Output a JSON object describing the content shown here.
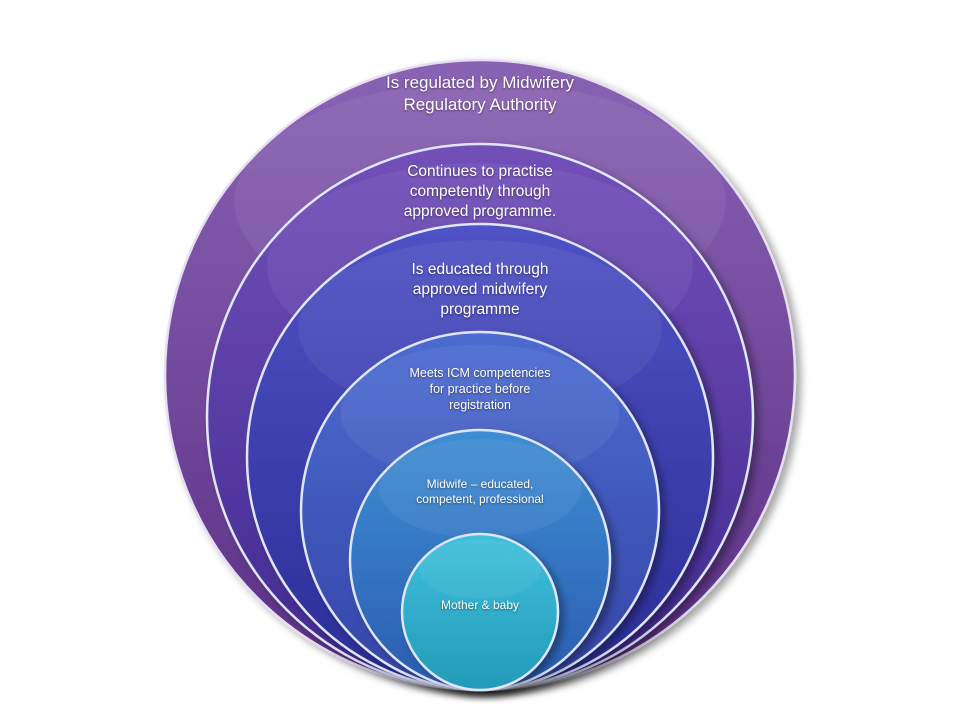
{
  "diagram": {
    "rings": [
      {
        "id": "ring-1",
        "lines": [
          "Is regulated by Midwifery",
          "Regulatory Authority"
        ],
        "color_top": "#8a63b4",
        "color_bottom": "#5a2f84"
      },
      {
        "id": "ring-2",
        "lines": [
          "Continues to practise",
          "competently through",
          "approved programme."
        ],
        "color_top": "#7250b8",
        "color_bottom": "#3f2890"
      },
      {
        "id": "ring-3",
        "lines": [
          "Is educated through",
          "approved midwifery",
          "programme"
        ],
        "color_top": "#4f52c4",
        "color_bottom": "#2a2c96"
      },
      {
        "id": "ring-4",
        "lines": [
          "Meets ICM competencies",
          "for  practice before",
          "registration"
        ],
        "color_top": "#4c6cd0",
        "color_bottom": "#3444a6"
      },
      {
        "id": "ring-5",
        "lines": [
          "Midwife – educated,",
          "competent, professional"
        ],
        "color_top": "#3f8ed4",
        "color_bottom": "#2a5cb0"
      },
      {
        "id": "ring-6",
        "lines": [
          "Mother & baby"
        ],
        "color_top": "#3fc0dc",
        "color_bottom": "#229ab8"
      }
    ]
  }
}
